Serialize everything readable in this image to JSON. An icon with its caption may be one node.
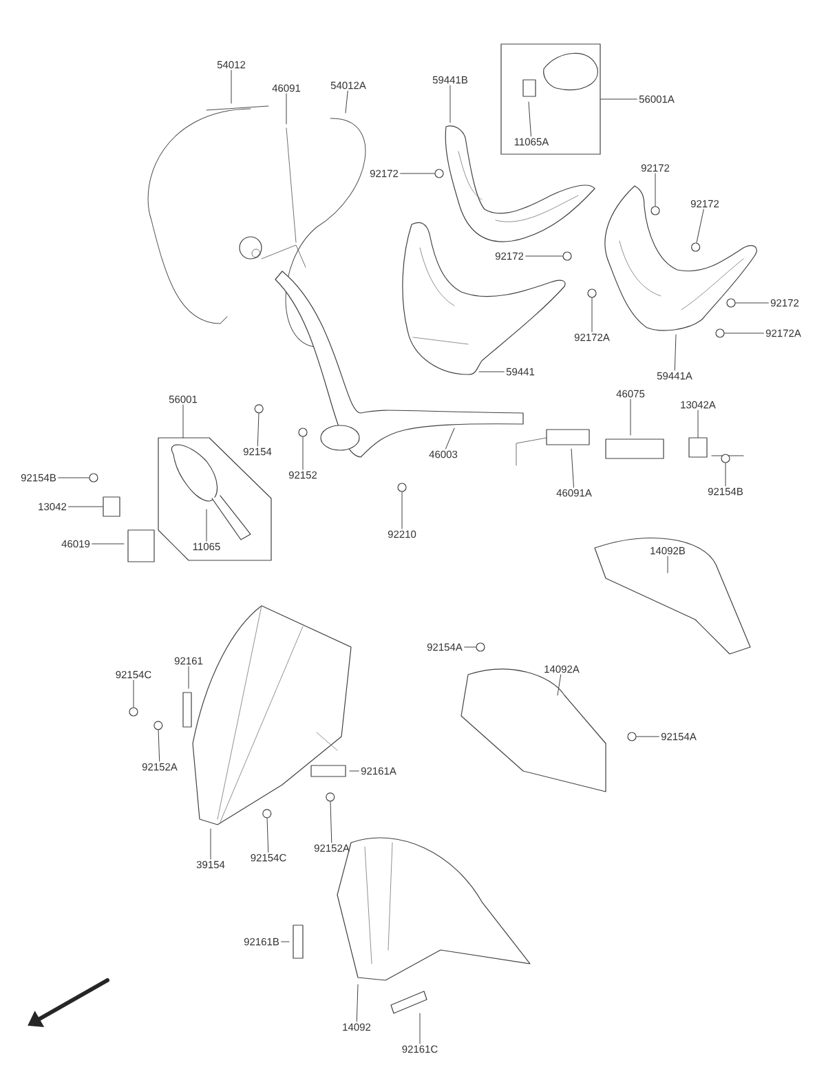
{
  "diagram": {
    "nodes": [
      {
        "text": [
          "54012"
        ]
      },
      {
        "text": [
          "46091"
        ]
      },
      {
        "text": [
          "54012A"
        ]
      },
      {
        "text": [
          "92172"
        ]
      },
      {
        "text": [
          "59441B"
        ]
      },
      {
        "text": [],
        "shape": "box"
      },
      {
        "text": [
          "11065A"
        ],
        "in": 5
      },
      {
        "text": [
          "56001A"
        ]
      },
      {
        "text": [
          "92172"
        ]
      },
      {
        "text": [
          "92172"
        ]
      },
      {
        "text": [
          "92172"
        ]
      },
      {
        "text": [
          "92172"
        ]
      },
      {
        "text": [
          "92172A"
        ]
      },
      {
        "text": [
          "59441"
        ]
      },
      {
        "text": [
          "92172A"
        ]
      },
      {
        "text": [
          "59441A"
        ]
      },
      {
        "text": [
          "46075"
        ]
      },
      {
        "text": [
          "13042A"
        ]
      },
      {
        "text": [
          "56001"
        ]
      },
      {
        "text": [],
        "shape": "box"
      },
      {
        "text": [
          "11065"
        ],
        "in": 19
      },
      {
        "text": [
          "92154"
        ]
      },
      {
        "text": [
          "92152"
        ]
      },
      {
        "text": [
          "46003"
        ]
      },
      {
        "text": [
          "92154B"
        ]
      },
      {
        "text": [
          "13042"
        ]
      },
      {
        "text": [
          "46019"
        ]
      },
      {
        "text": [
          "46091A"
        ]
      },
      {
        "text": [
          "92154B"
        ]
      },
      {
        "text": [
          "92210"
        ]
      },
      {
        "text": [
          "14092B"
        ]
      },
      {
        "text": [
          "92154A"
        ]
      },
      {
        "text": [
          "92154C"
        ]
      },
      {
        "text": [
          "92161"
        ]
      },
      {
        "text": [
          "14092A"
        ]
      },
      {
        "text": [
          "92154A"
        ]
      },
      {
        "text": [
          "92152A"
        ]
      },
      {
        "text": [
          "92161A"
        ]
      },
      {
        "text": [
          "39154"
        ]
      },
      {
        "text": [
          "92154C"
        ]
      },
      {
        "text": [
          "92152A"
        ]
      },
      {
        "text": [
          "92161B"
        ]
      },
      {
        "text": [
          "14092"
        ]
      },
      {
        "text": [
          "92161C"
        ]
      },
      {
        "text": [],
        "shape": "circle"
      },
      {
        "text": [],
        "shape": "circle"
      },
      {
        "text": [],
        "shape": "circle"
      },
      {
        "text": [],
        "shape": "circle"
      },
      {
        "text": [],
        "shape": "circle"
      },
      {
        "text": [],
        "shape": "circle"
      },
      {
        "text": [],
        "shape": "circle"
      },
      {
        "text": [],
        "shape": "circle"
      },
      {
        "text": [],
        "shape": "circle"
      },
      {
        "text": [],
        "shape": "circle"
      },
      {
        "text": [],
        "shape": "circle"
      },
      {
        "text": [],
        "shape": "circle"
      },
      {
        "text": [],
        "shape": "circle"
      },
      {
        "text": [],
        "shape": "circle"
      },
      {
        "text": [],
        "shape": "circle"
      },
      {
        "text": [],
        "shape": "circle"
      },
      {
        "text": [],
        "shape": "circle"
      },
      {
        "text": [],
        "shape": "circle"
      },
      {
        "text": [],
        "shape": "box"
      },
      {
        "text": [],
        "shape": "box"
      }
    ],
    "edges": [
      {
        "from": 0,
        "to": null,
        "arrow": "none"
      },
      {
        "from": 1,
        "to": null,
        "arrow": "none"
      },
      {
        "from": 2,
        "to": null,
        "arrow": "none"
      },
      {
        "from": 3,
        "to": 44,
        "arrow": "none"
      },
      {
        "from": 4,
        "to": null,
        "arrow": "none"
      },
      {
        "from": 6,
        "to": null,
        "arrow": "none"
      },
      {
        "from": 7,
        "to": 5,
        "arrow": "none"
      },
      {
        "from": 8,
        "to": 45,
        "arrow": "none"
      },
      {
        "from": 9,
        "to": 46,
        "arrow": "none"
      },
      {
        "from": 10,
        "to": 47,
        "arrow": "none"
      },
      {
        "from": 11,
        "to": 48,
        "arrow": "none"
      },
      {
        "from": 12,
        "to": 49,
        "arrow": "none"
      },
      {
        "from": 13,
        "to": null,
        "arrow": "none"
      },
      {
        "from": 14,
        "to": 50,
        "arrow": "none"
      },
      {
        "from": 15,
        "to": null,
        "arrow": "none"
      },
      {
        "from": 16,
        "to": null,
        "arrow": "none"
      },
      {
        "from": 17,
        "to": 62,
        "arrow": "none"
      },
      {
        "from": 18,
        "to": 19,
        "arrow": "none"
      },
      {
        "from": 20,
        "to": null,
        "arrow": "none"
      },
      {
        "from": 21,
        "to": 51,
        "arrow": "none"
      },
      {
        "from": 22,
        "to": 52,
        "arrow": "none"
      },
      {
        "from": 23,
        "to": null,
        "arrow": "none"
      },
      {
        "from": 24,
        "to": 53,
        "arrow": "none"
      },
      {
        "from": 25,
        "to": 63,
        "arrow": "none"
      },
      {
        "from": 26,
        "to": null,
        "arrow": "none"
      },
      {
        "from": 27,
        "to": null,
        "arrow": "none"
      },
      {
        "from": 28,
        "to": 54,
        "arrow": "none"
      },
      {
        "from": 29,
        "to": 55,
        "arrow": "none"
      },
      {
        "from": 30,
        "to": null,
        "arrow": "none"
      },
      {
        "from": 31,
        "to": 56,
        "arrow": "none"
      },
      {
        "from": 32,
        "to": 57,
        "arrow": "none"
      },
      {
        "from": 33,
        "to": null,
        "arrow": "none"
      },
      {
        "from": 34,
        "to": null,
        "arrow": "none"
      },
      {
        "from": 35,
        "to": 58,
        "arrow": "none"
      },
      {
        "from": 36,
        "to": 59,
        "arrow": "none"
      },
      {
        "from": 37,
        "to": null,
        "arrow": "none"
      },
      {
        "from": 38,
        "to": null,
        "arrow": "none"
      },
      {
        "from": 39,
        "to": 60,
        "arrow": "none"
      },
      {
        "from": 40,
        "to": 61,
        "arrow": "none"
      },
      {
        "from": 41,
        "to": null,
        "arrow": "none"
      },
      {
        "from": 42,
        "to": null,
        "arrow": "none"
      },
      {
        "from": 43,
        "to": null,
        "arrow": "none"
      }
    ]
  }
}
